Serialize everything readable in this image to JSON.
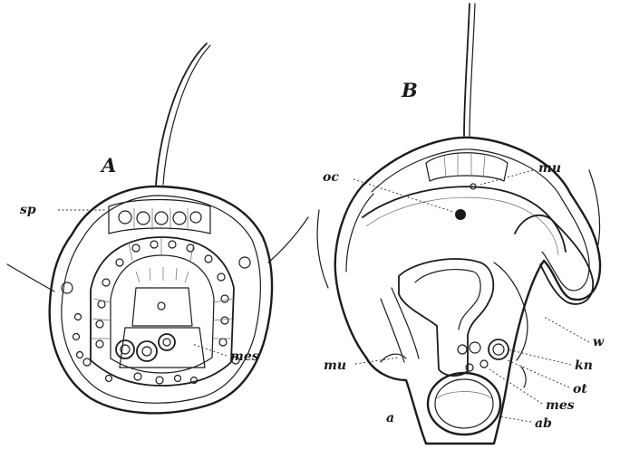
{
  "panel_a": {
    "title": "A",
    "labels": {
      "sp": "sp",
      "mes": "mes"
    }
  },
  "panel_b": {
    "title": "B",
    "labels": {
      "oc": "oc",
      "mu_top": "mu",
      "w": "w",
      "kn": "kn",
      "ot": "ot",
      "mu_left": "mu",
      "mes": "mes",
      "a": "a",
      "ab": "ab"
    }
  }
}
